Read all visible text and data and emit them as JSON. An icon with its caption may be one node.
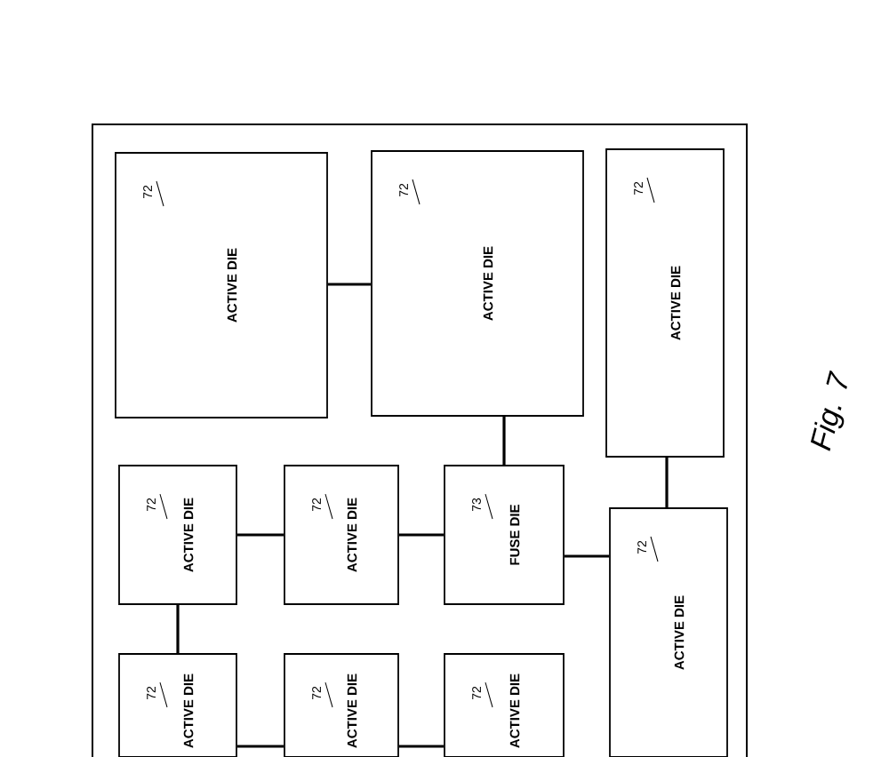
{
  "diagram": {
    "caption": "Fig. 7",
    "nodes": [
      {
        "text": [],
        "shape": "box"
      },
      {
        "text": [
          "72",
          "ACTIVE DIE"
        ],
        "in": 0
      },
      {
        "text": [
          "72",
          "ACTIVE DIE"
        ],
        "in": 0
      },
      {
        "text": [
          "72",
          "ACTIVE DIE"
        ],
        "in": 0
      },
      {
        "text": [
          "72",
          "ACTIVE DIE"
        ],
        "in": 0
      },
      {
        "text": [
          "72",
          "ACTIVE DIE"
        ],
        "in": 0
      },
      {
        "text": [
          "73",
          "FUSE DIE"
        ],
        "in": 0
      },
      {
        "text": [
          "72",
          "ACTIVE DIE"
        ],
        "in": 0
      },
      {
        "text": [
          "72",
          "ACTIVE DIE"
        ],
        "in": 0
      },
      {
        "text": [
          "72",
          "ACTIVE DIE"
        ],
        "in": 0
      },
      {
        "text": [
          "72",
          "ACTIVE DIE"
        ],
        "in": 0
      }
    ],
    "edges": [
      {
        "from": 1,
        "to": 2,
        "arrow": "none"
      },
      {
        "from": 2,
        "to": 6,
        "arrow": "none"
      },
      {
        "from": 3,
        "to": 7,
        "arrow": "none"
      },
      {
        "from": 4,
        "to": 5,
        "arrow": "none"
      },
      {
        "from": 5,
        "to": 6,
        "arrow": "none"
      },
      {
        "from": 6,
        "to": 7,
        "arrow": "none"
      },
      {
        "from": 4,
        "to": 8,
        "arrow": "none"
      },
      {
        "from": 8,
        "to": 9,
        "arrow": "none"
      },
      {
        "from": 9,
        "to": 10,
        "arrow": "none"
      }
    ]
  }
}
